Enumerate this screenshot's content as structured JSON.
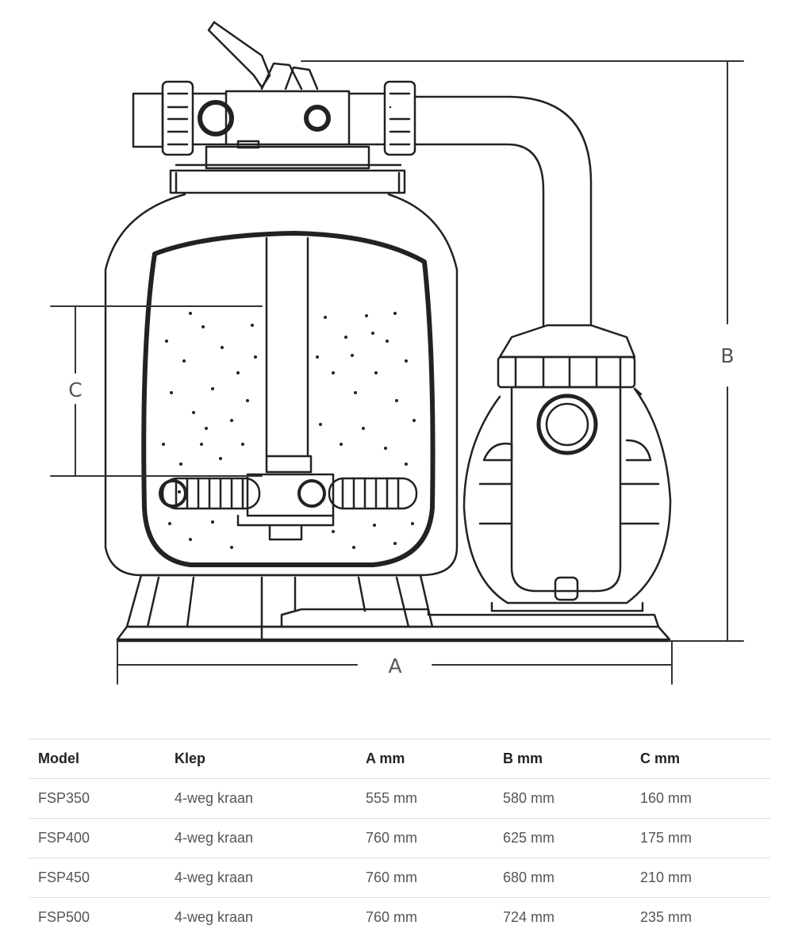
{
  "diagram": {
    "dimension_labels": {
      "a": "A",
      "b": "B",
      "c": "C"
    }
  },
  "table": {
    "headers": [
      "Model",
      "Klep",
      "A mm",
      "B mm",
      "C mm"
    ],
    "rows": [
      [
        "FSP350",
        "4-weg kraan",
        "555 mm",
        "580 mm",
        "160 mm"
      ],
      [
        "FSP400",
        "4-weg kraan",
        "760 mm",
        "625 mm",
        "175 mm"
      ],
      [
        "FSP450",
        "4-weg kraan",
        "760 mm",
        "680 mm",
        "210 mm"
      ],
      [
        "FSP500",
        "4-weg kraan",
        "760 mm",
        "724 mm",
        "235 mm"
      ]
    ]
  }
}
